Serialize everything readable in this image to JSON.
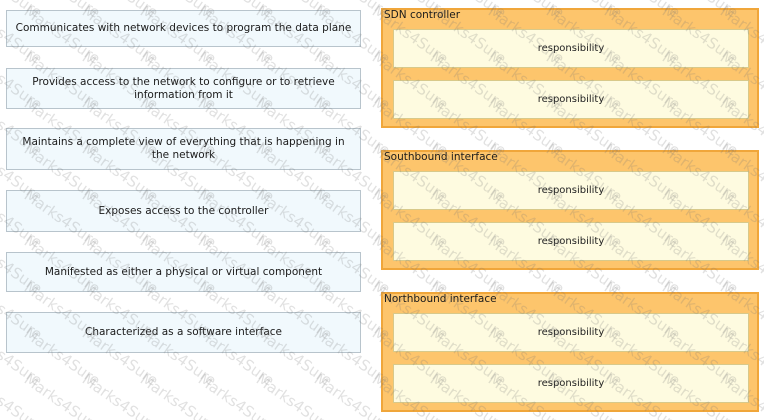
{
  "answers": [
    "Communicates with network devices to program the data plane",
    "Provides access to the network to configure or to retrieve information from it",
    "Maintains a complete view of everything that is happening in the network",
    "Exposes access to the controller",
    "Manifested as either a physical or virtual component",
    "Characterized as a software interface"
  ],
  "targets": [
    {
      "title": "SDN controller",
      "slots": [
        "responsibility",
        "responsibility"
      ]
    },
    {
      "title": "Southbound interface",
      "slots": [
        "responsibility",
        "responsibility"
      ]
    },
    {
      "title": "Northbound interface",
      "slots": [
        "responsibility",
        "responsibility"
      ]
    }
  ],
  "watermark": "Marks4Sure",
  "colors": {
    "answer_bg": "#f1f9fd",
    "target_bg": "#fdc56c",
    "slot_bg": "#fefbe0"
  }
}
